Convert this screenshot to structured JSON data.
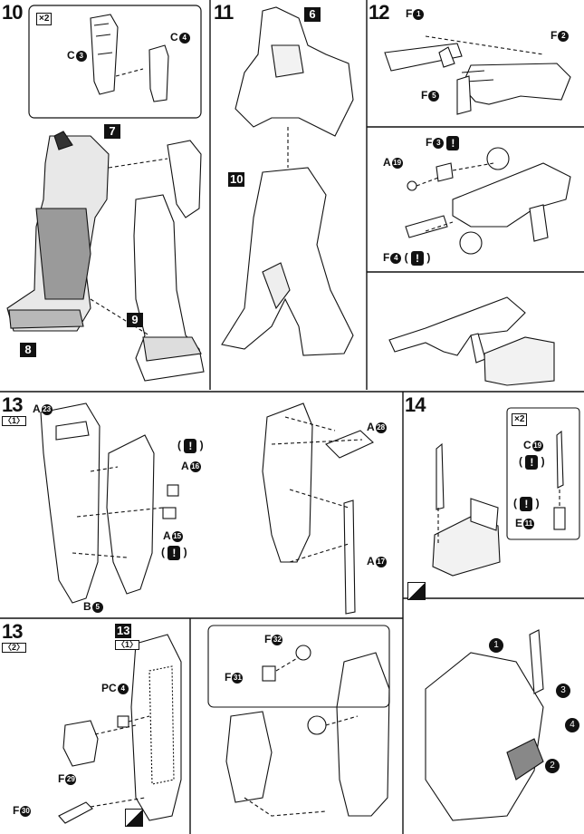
{
  "steps": {
    "s10": {
      "number": "10",
      "multiplier": "×2",
      "blocks": [
        "7",
        "8",
        "9"
      ],
      "labels": {
        "c3": "C",
        "c4": "C"
      },
      "circ": {
        "c3": "3",
        "c4": "4"
      }
    },
    "s11": {
      "number": "11",
      "blocks": [
        "6",
        "10"
      ]
    },
    "s12": {
      "number": "12",
      "labels": {
        "f1": "F",
        "f2": "F",
        "f5": "F",
        "f3": "F",
        "a19": "A",
        "f4": "F"
      },
      "circ": {
        "f1": "1",
        "f2": "2",
        "f5": "5",
        "f3": "3",
        "a19": "19",
        "f4": "4"
      }
    },
    "s13_1": {
      "number": "13",
      "sub": "〈1〉",
      "labels": {
        "a23": "A",
        "a16": "A",
        "a15": "A",
        "b5": "B",
        "a28": "A",
        "a17": "A"
      },
      "circ": {
        "a23": "23",
        "a16": "16",
        "a15": "15",
        "b5": "5",
        "a28": "28",
        "a17": "17"
      }
    },
    "s14": {
      "number": "14",
      "multiplier": "×2",
      "labels": {
        "c19": "C",
        "e11": "E"
      },
      "circ": {
        "c19": "19",
        "e11": "11"
      },
      "arrows": [
        "1",
        "2",
        "3",
        "4"
      ]
    },
    "s13_2": {
      "number": "13",
      "sub": "〈2〉",
      "ref_number": "13",
      "ref_sub": "〈1〉",
      "labels": {
        "pc4": "PC",
        "f29": "F",
        "f30": "F",
        "f32": "F",
        "f31": "F"
      },
      "circ": {
        "pc4": "4",
        "f29": "29",
        "f30": "30",
        "f32": "32",
        "f31": "31"
      }
    }
  },
  "warn_glyph": "!"
}
